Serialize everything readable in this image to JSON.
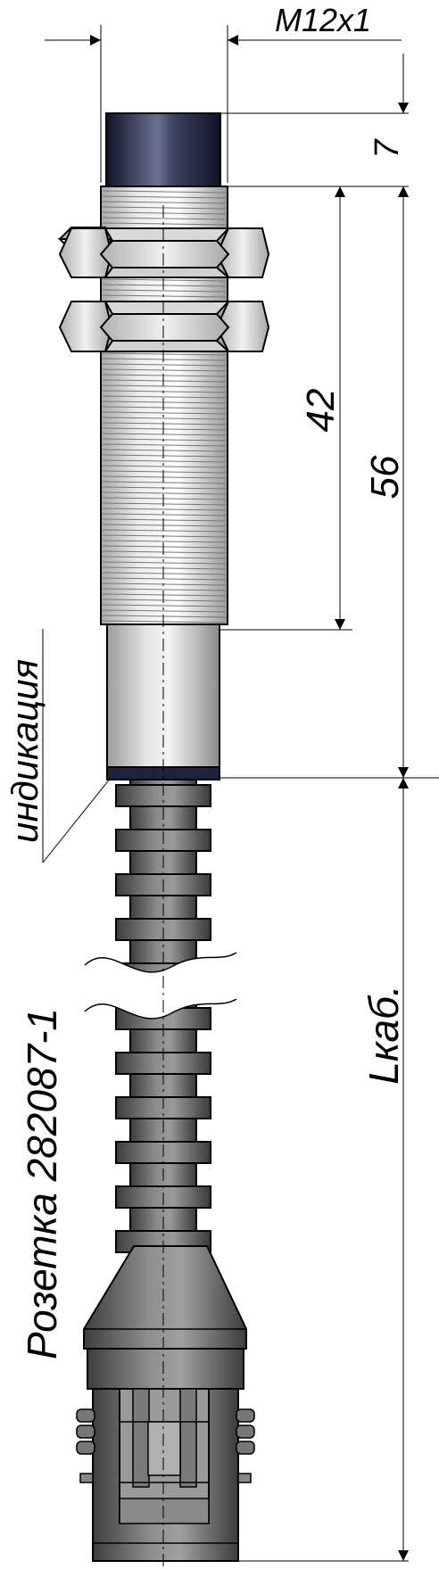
{
  "labels": {
    "thread": "M12x1",
    "dim_7": "7",
    "dim_42": "42",
    "dim_56": "56",
    "indication": "индикация",
    "socket": "Розетка 282087-1",
    "cable_length": "Lкаб."
  },
  "colors": {
    "line": "#000000",
    "metal_light": "#e6e6e6",
    "metal_mid": "#bdbdbd",
    "cap_dark": "#1a1f3a",
    "cable_gray": "#5a5a5a",
    "plug_gray": "#6e6e6e"
  }
}
